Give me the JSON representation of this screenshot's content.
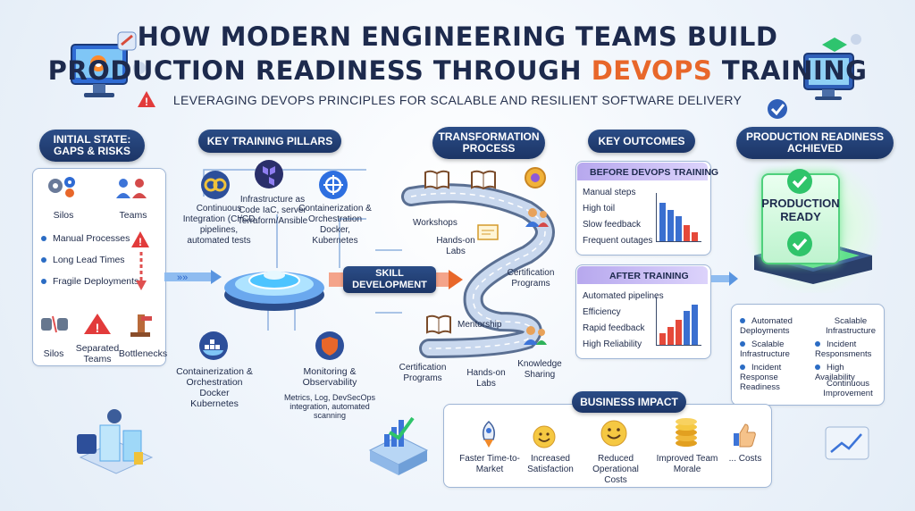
{
  "title": {
    "line1": "HOW MODERN ENGINEERING TEAMS BUILD",
    "line2_prefix": "PRODUCTION READINESS THROUGH ",
    "line2_highlight": "DEVOPS",
    "line2_suffix": " TRAINING",
    "subtitle": "LEVERAGING DEVOPS PRINCIPLES FOR SCALABLE AND RESILIENT SOFTWARE DELIVERY"
  },
  "initial_state": {
    "header": "INITIAL STATE:\nGAPS & RISKS",
    "top_icons": [
      "Silos",
      "Teams"
    ],
    "bullets": [
      "Manual Processes",
      "Long Lead Times",
      "Fragile Deployments"
    ],
    "bottom_icons": [
      "Silos",
      "Separated Teams",
      "Bottlenecks"
    ]
  },
  "pillars": {
    "header": "KEY TRAINING PILLARS",
    "top": [
      {
        "text": "Continuous Integration (CI/CD pipelines, automated tests"
      },
      {
        "text": "Infrastructure as Code IaC, server Terraform/Ansible"
      },
      {
        "text": "Containerization & Orchestration Docker, Kubernetes"
      }
    ],
    "bottom": [
      {
        "text": "Containerization & Orchestration Docker Kubernetes"
      },
      {
        "text": "Monitoring & Observability",
        "detail": "Metrics, Log, DevSecOps integration, automated scanning"
      }
    ],
    "hub_label": "SKILL DEVELOPMENT"
  },
  "transformation": {
    "header": "TRANSFORMATION PROCESS",
    "labels": {
      "workshops": "Workshops",
      "handson1": "Hands-on Labs",
      "cert1": "Certification Programs",
      "mentorship": "Mentorship",
      "cert2": "Certification Programs",
      "handson2": "Hands-on Labs",
      "knowledge": "Knowledge Sharing"
    }
  },
  "outcomes": {
    "header": "KEY OUTCOMES",
    "before": {
      "title": "BEFORE DEVOPS TRAINING",
      "items": [
        "Manual steps",
        "High toil",
        "Slow feedback",
        "Frequent outages"
      ],
      "bars": [
        0.85,
        0.7,
        0.55,
        0.35,
        0.2
      ]
    },
    "after": {
      "title": "AFTER TRAINING",
      "items": [
        "Automated pipelines",
        "Efficiency",
        "Rapid feedback",
        "High Reliability"
      ],
      "bars": [
        0.25,
        0.4,
        0.55,
        0.75,
        0.9
      ]
    }
  },
  "production": {
    "header": "PRODUCTION READINESS ACHIEVED",
    "badge": "PRODUCTION READY",
    "items": [
      "Automated Deployments",
      "Scalable Infrastructure",
      "Scalable Infrastructure",
      "Incident Responsments",
      "Incident Response Readiness",
      "High Availability",
      "Continuous Improvement"
    ]
  },
  "business": {
    "header": "BUSINESS IMPACT",
    "items": [
      {
        "label": "Faster Time-to-Market",
        "icon": "rocket-icon"
      },
      {
        "label": "Increased Satisfaction",
        "icon": "smile-icon"
      },
      {
        "label": "Reduced Operational Costs",
        "icon": "smile-icon"
      },
      {
        "label": "Improved Team Morale",
        "icon": "coins-icon"
      },
      {
        "label": "... Costs",
        "icon": "thumbs-up-icon"
      }
    ]
  },
  "colors": {
    "navy": "#1d2a4d",
    "accent_orange": "#e8672a",
    "header_blue": "#2b4d87",
    "success_green": "#2fc46a",
    "before_purple": "#8f7ad8",
    "after_purple": "#9c6fe0",
    "bar_blue": "#3a6fd0",
    "bar_red": "#e5493a"
  }
}
